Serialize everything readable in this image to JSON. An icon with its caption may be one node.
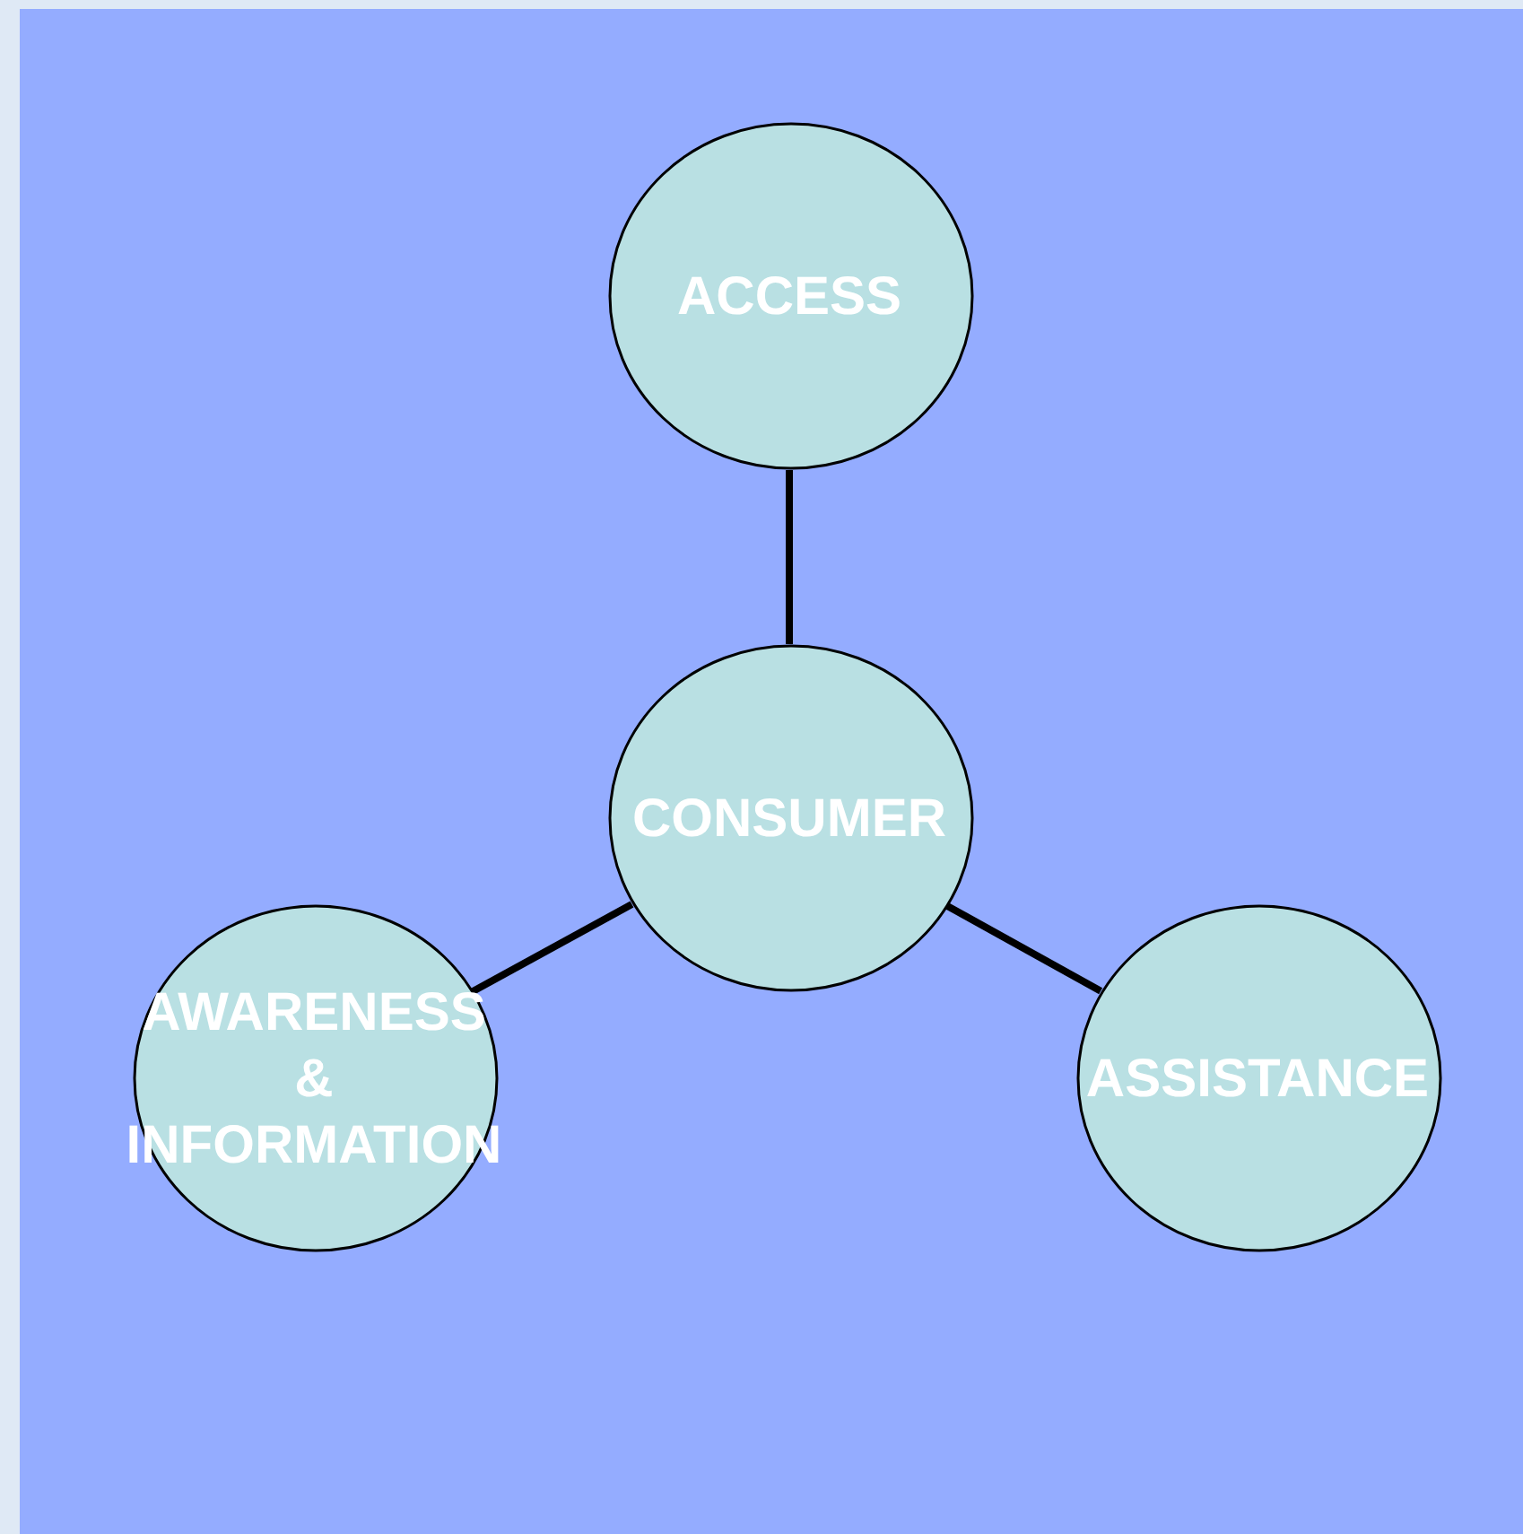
{
  "diagram": {
    "nodes": [
      {
        "text": [
          "ACCESS"
        ]
      },
      {
        "text": [
          "CONSUMER"
        ]
      },
      {
        "text": [
          "AWARENESS & INFORMATION"
        ]
      },
      {
        "text": [
          "ASSISTANCE"
        ]
      }
    ],
    "edges": [
      {
        "from": 0,
        "to": 1,
        "arrow": "none"
      },
      {
        "from": 1,
        "to": 2,
        "arrow": "none"
      },
      {
        "from": 1,
        "to": 3,
        "arrow": "none"
      }
    ]
  }
}
